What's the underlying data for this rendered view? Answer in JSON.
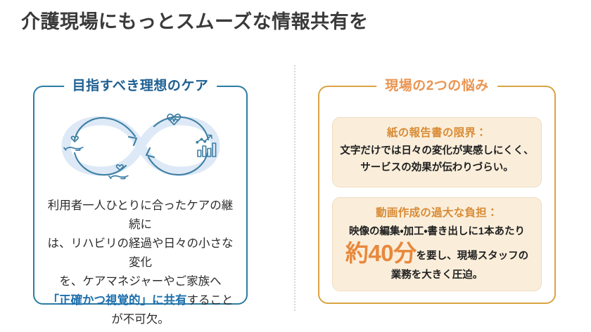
{
  "page": {
    "title": "介護現場にもっとスムーズな情報共有を",
    "background_color": "#ffffff",
    "title_color": "#3a3a3a"
  },
  "divider": {
    "style": "dotted-vertical",
    "color": "#d6d6d6"
  },
  "left_card": {
    "title": "目指すべき理想のケア",
    "accent_color": "#1d5f91",
    "border_color": "#2d7ca3",
    "illustration": {
      "name": "infinity-care-cycle",
      "loop_color": "#d9e8f5",
      "arrow_color": "#3f7fa6",
      "icons": [
        "hand-heart-icon-left",
        "hand-heart-icon-bottom",
        "heart-pulse-icon",
        "bar-chart-trend-icon"
      ]
    },
    "body": {
      "line1": "利用者一人ひとりに合ったケアの継続に",
      "line2": "は、リハビリの経過や日々の小さな変化",
      "line3": "を、ケアマネジャーやご家族へ",
      "line4_highlight": "「正確かつ視覚的」に共有",
      "line4_rest": "すること",
      "line5": "が不可欠。",
      "highlight_color": "#1d6fad"
    }
  },
  "right_card": {
    "title": "現場の2つの悩み",
    "accent_color": "#ea9450",
    "border_color": "#d9a441",
    "box_background": "#faeedb",
    "problems": [
      {
        "heading": "紙の報告書の限界：",
        "line1": "文字だけでは日々の変化が実感しにくく、",
        "line2": "サービスの効果が伝わりづらい。"
      },
      {
        "heading": "動画作成の過大な負担：",
        "line1": "映像の編集・加工・書き出しに1本あたり",
        "figure": "約40分",
        "line2_rest": "を要し、現場スタッフの",
        "line3": "業務を大きく圧迫。",
        "figure_color": "#e8883c"
      }
    ]
  }
}
